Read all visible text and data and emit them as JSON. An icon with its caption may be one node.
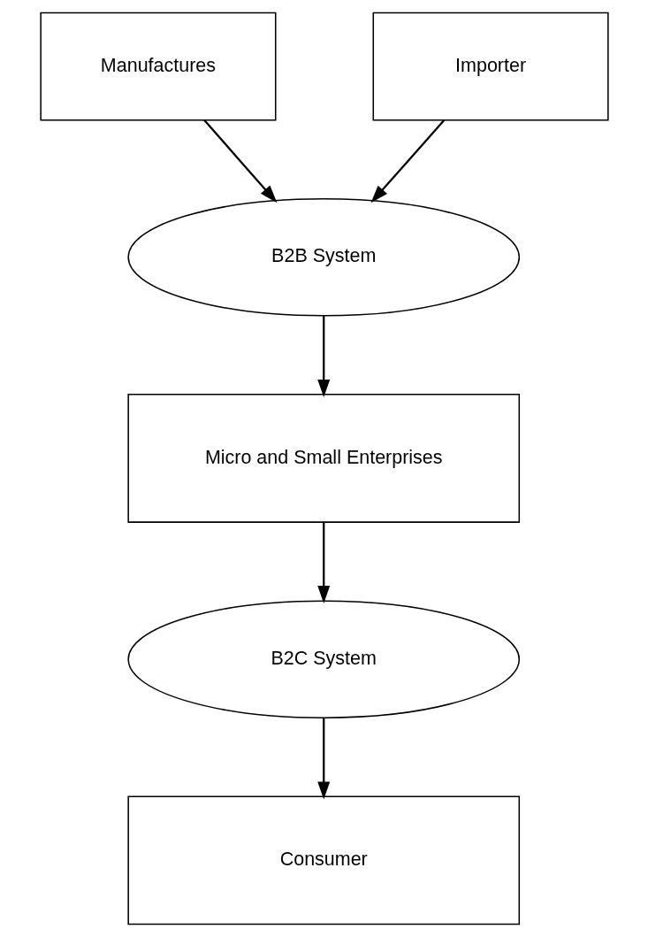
{
  "diagram": {
    "nodes": [
      {
        "text": [
          "Manufactures"
        ]
      },
      {
        "text": [
          "Importer"
        ]
      },
      {
        "text": [
          "B2B System"
        ]
      },
      {
        "text": [
          "Micro and Small Enterprises"
        ]
      },
      {
        "text": [
          "B2C System"
        ]
      },
      {
        "text": [
          "Consumer"
        ]
      }
    ],
    "edges": [
      {
        "from": 0,
        "to": 2,
        "arrow": "to"
      },
      {
        "from": 1,
        "to": 2,
        "arrow": "to"
      },
      {
        "from": 2,
        "to": 3,
        "arrow": "to"
      },
      {
        "from": 3,
        "to": 4,
        "arrow": "to"
      },
      {
        "from": 4,
        "to": 5,
        "arrow": "to"
      }
    ]
  }
}
